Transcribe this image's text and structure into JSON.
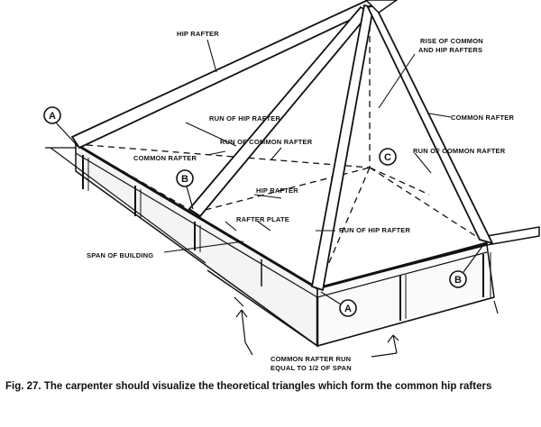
{
  "labels": {
    "hip_rafter_top": "HIP RAFTER",
    "rise_line1": "RISE OF COMMON",
    "rise_line2": "AND HIP RAFTERS",
    "common_rafter_right": "COMMON RAFTER",
    "run_of_hip_rafter_upper": "RUN OF HIP RAFTER",
    "run_of_common_rafter_center": "RUN OF COMMON RAFTER",
    "common_rafter_left": "COMMON RAFTER",
    "run_of_common_rafter_right": "RUN OF COMMON RAFTER",
    "hip_rafter_center": "HIP RAFTER",
    "rafter_plate": "RAFTER PLATE",
    "run_of_hip_rafter_lower": "RUN OF HIP RAFTER",
    "span_of_building": "SPAN OF BUILDING",
    "common_rafter_run_line1": "COMMON RAFTER RUN",
    "common_rafter_run_line2": "EQUAL TO 1/2 OF SPAN"
  },
  "points": {
    "a_left": "A",
    "b_left": "B",
    "c": "C",
    "a_bottom": "A",
    "b_right": "B"
  },
  "caption": "Fig. 27. The carpenter should visualize the theoretical triangles which form the common hip rafters"
}
